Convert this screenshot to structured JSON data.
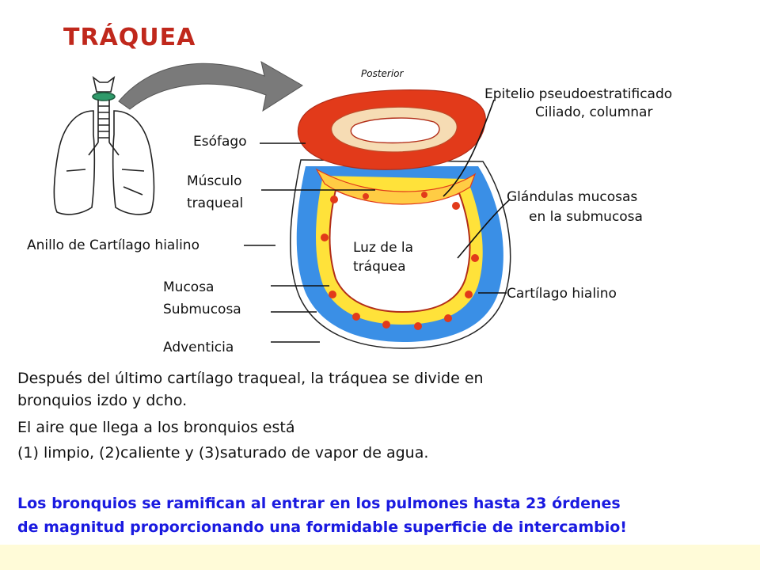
{
  "title": "TRÁQUEA",
  "labels": {
    "posterior": "Posterior",
    "epitelio_1": "Epitelio pseudoestratificado",
    "epitelio_2": "Ciliado, columnar",
    "esofago": "Esófago",
    "musculo_1": "Músculo",
    "musculo_2": "traqueal",
    "glandulas_1": "Glándulas  mucosas",
    "glandulas_2": "en la submucosa",
    "anillo": "Anillo de Cartílago hialino",
    "luz_1": "Luz de la",
    "luz_2": "tráquea",
    "mucosa": "Mucosa",
    "submucosa": "Submucosa",
    "cartilago": "Cartílago hialino",
    "adventicia": "Adventicia"
  },
  "paragraph": [
    "Después del último cartílago traqueal, la tráquea se divide en",
    "bronquios izdo y dcho.",
    "El aire que llega a los bronquios está",
    "(1)  limpio, (2)caliente y (3)saturado de vapor de agua."
  ],
  "note": [
    "Los bronquios se ramifican al entrar en los pulmones hasta 23 órdenes",
    "de magnitud proporcionando una formidable superficie de intercambio!"
  ],
  "colors": {
    "title": "#c0281c",
    "esophagus": "#e23a1a",
    "esophagus_lumen": "#f6dcb4",
    "cartilage": "#3a8fe6",
    "mucosa": "#ffe23a",
    "glands": "#e23a1a",
    "note_text": "#1a1ae0",
    "footer_band": "#fffbd8"
  },
  "icons": [
    "lungs-trachea-icon",
    "curved-arrow-icon"
  ]
}
